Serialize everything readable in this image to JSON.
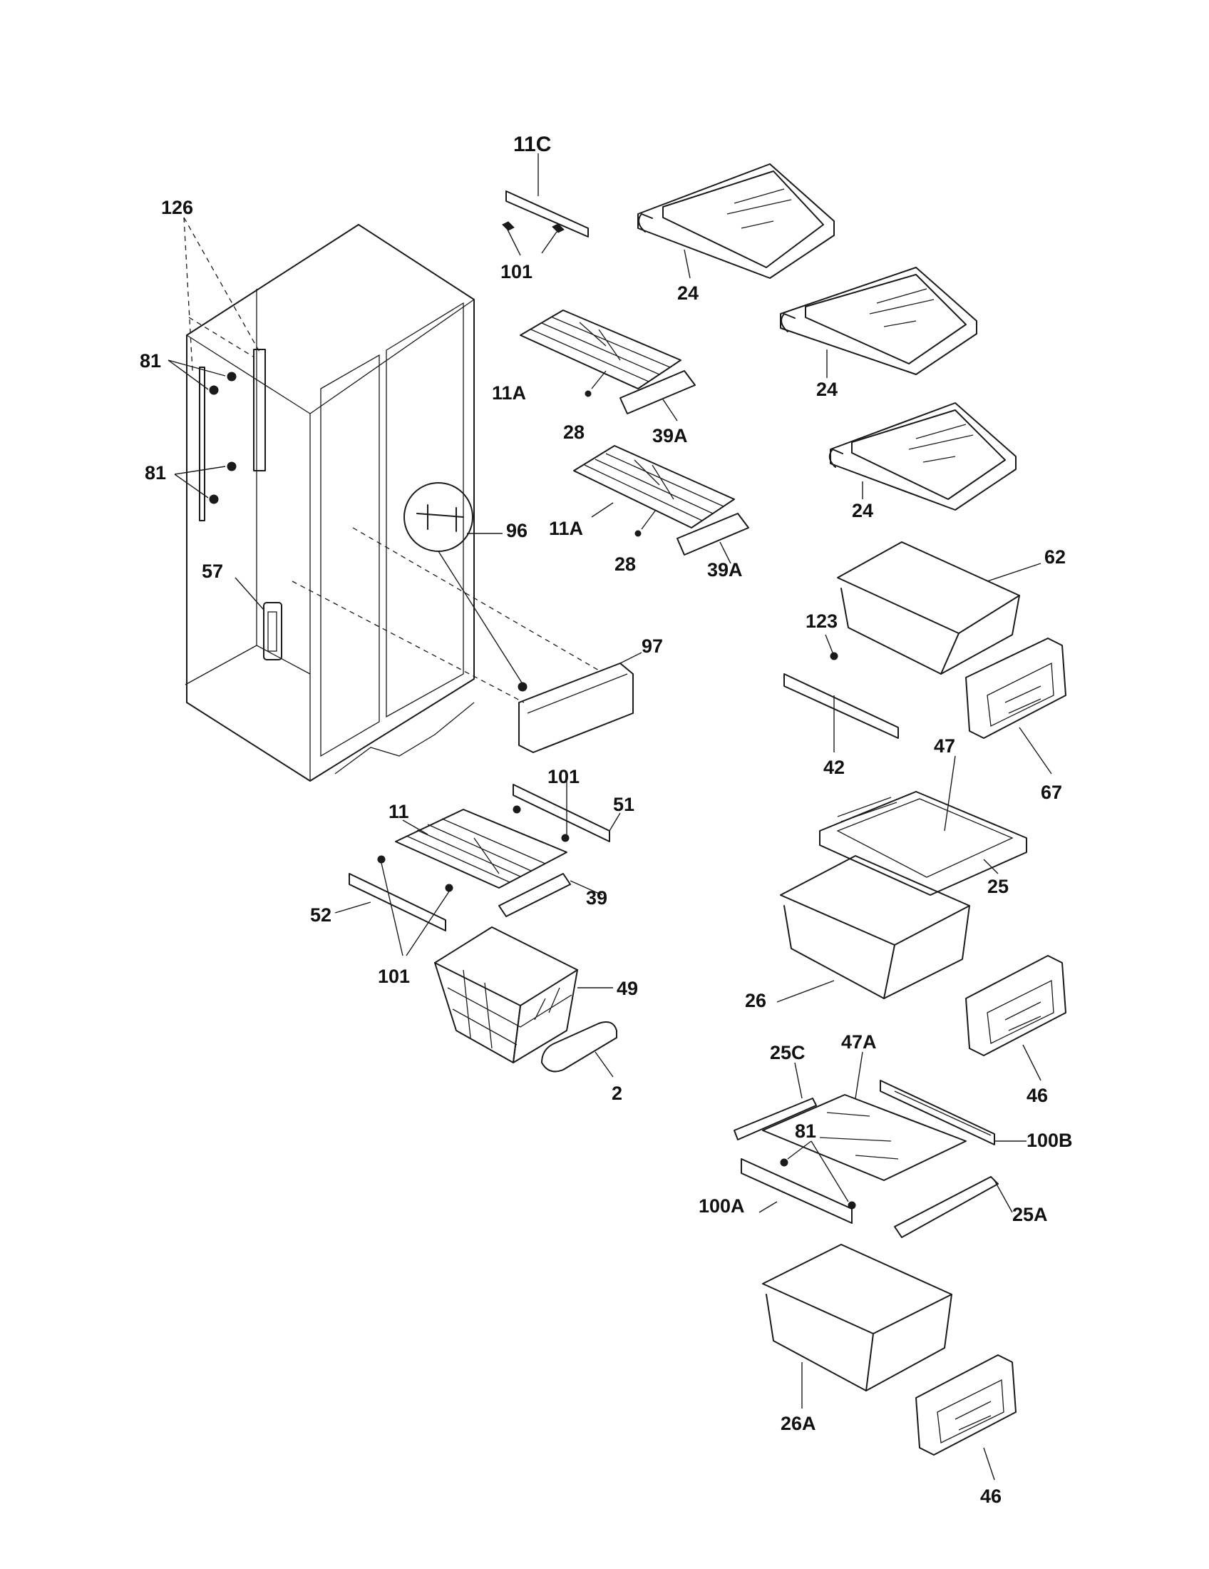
{
  "labels": {
    "p126": "126",
    "p81a": "81",
    "p81b": "81",
    "p57": "57",
    "p11c": "11C",
    "p101a": "101",
    "p24a": "24",
    "p24b": "24",
    "p24c": "24",
    "p11a1": "11A",
    "p28a": "28",
    "p39a1": "39A",
    "p11a2": "11A",
    "p28b": "28",
    "p39a2": "39A",
    "p96": "96",
    "p97": "97",
    "p62": "62",
    "p123": "123",
    "p42": "42",
    "p67": "67",
    "p47": "47",
    "p25": "25",
    "p101b": "101",
    "p51": "51",
    "p11": "11",
    "p39": "39",
    "p52": "52",
    "p101c": "101",
    "p49": "49",
    "p2": "2",
    "p26": "26",
    "p46a": "46",
    "p25c": "25C",
    "p47a": "47A",
    "p81c": "81",
    "p100b": "100B",
    "p100a": "100A",
    "p25a": "25A",
    "p26a": "26A",
    "p46b": "46"
  }
}
